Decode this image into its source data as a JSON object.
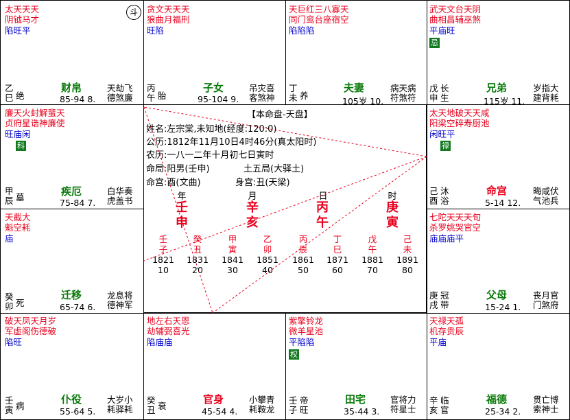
{
  "chart_title": "【本命盘-天盘】",
  "info": {
    "name": "姓名:左宗棠,未知地(经度:120:0)",
    "solar": "公历:1812年11月10日4时46分(真太阳时)",
    "lunar": "农历:一八一二年十月初七日寅时",
    "ju": "命局:阳男(壬申)",
    "ju2": "土五局(大驿土)",
    "minggong": "命宫:酉(文曲)",
    "shengong": "身宫:丑(天梁)"
  },
  "pillars": {
    "labels": [
      "年",
      "月",
      "日",
      "时"
    ],
    "stems": [
      "壬",
      "辛",
      "丙",
      "庚"
    ],
    "branches": [
      "申",
      "亥",
      "午",
      "寅"
    ]
  },
  "dayun": [
    {
      "stem": "壬",
      "branch": "子",
      "year": "1821",
      "age": "10"
    },
    {
      "stem": "癸",
      "branch": "丑",
      "year": "1831",
      "age": "20"
    },
    {
      "stem": "甲",
      "branch": "寅",
      "year": "1841",
      "age": "30"
    },
    {
      "stem": "乙",
      "branch": "卯",
      "year": "1851",
      "age": "40"
    },
    {
      "stem": "丙",
      "branch": "辰",
      "year": "1861",
      "age": "50"
    },
    {
      "stem": "丁",
      "branch": "巳",
      "year": "1871",
      "age": "60"
    },
    {
      "stem": "戊",
      "branch": "午",
      "year": "1881",
      "age": "70"
    },
    {
      "stem": "己",
      "branch": "未",
      "year": "1891",
      "age": "80"
    }
  ],
  "cells": {
    "si": {
      "r1": "太天天天",
      "r2": "阴钺马才",
      "r3": "陷旺平",
      "sihua": "",
      "badge": "斗",
      "stem": "乙",
      "branch": "巳",
      "stage": "绝",
      "palace": "财帛",
      "age": "85-94",
      "seq": "8.",
      "g1": "天劫飞",
      "g2": "德煞廉"
    },
    "wu": {
      "r1": "贪文天天天",
      "r2": "狼曲月福刑",
      "r3": "旺陷",
      "sihua": "",
      "stem": "丙",
      "branch": "午",
      "stage": "胎",
      "palace": "子女",
      "age": "95-104",
      "seq": "9.",
      "g1": "吊灾喜",
      "g2": "客煞神"
    },
    "wei": {
      "r1": "天巨红三八寡天",
      "r2": "同门鸾台座宿空",
      "r3": "陷陷陷",
      "sihua": "",
      "stem": "丁",
      "branch": "未",
      "stage": "养",
      "palace": "夫妻",
      "age": "105岁",
      "seq": "10.",
      "g1": "病天病",
      "g2": "符煞符"
    },
    "shen": {
      "r1": "武天文台天阴",
      "r2": "曲相昌辅巫煞",
      "r3": "平庙旺",
      "sihua": "忌",
      "stem": "戊",
      "branch": "申",
      "stage": "长生",
      "palace": "兄弟",
      "age": "115岁",
      "seq": "11.",
      "g1": "岁指大",
      "g2": "建背耗"
    },
    "you": {
      "r1": "太天地破天天咸",
      "r2": "阳梁空碎寿厨池",
      "r3": "闲旺平",
      "sihua": "禄",
      "stem": "己",
      "branch": "酉",
      "stage": "沐浴",
      "palace": "命宫",
      "age": "5-14",
      "seq": "12.",
      "g1": "晦咸伏",
      "g2": "气池兵"
    },
    "xu": {
      "r1": "七陀天天天旬",
      "r2": "杀罗姚哭官空",
      "r3": "庙庙庙平",
      "sihua": "",
      "stem": "庚",
      "branch": "戌",
      "stage": "冠带",
      "palace": "父母",
      "age": "15-24",
      "seq": "1.",
      "g1": "丧月官",
      "g2": "门煞府"
    },
    "hai": {
      "r1": "紫擎铃龙",
      "r2": "微羊星池",
      "r3": "平陷陷",
      "sihua": "权",
      "stem": "壬",
      "branch": "子",
      "stage": "帝旺",
      "palace": "田宅",
      "age": "35-44",
      "seq": "3.",
      "g1": "官将力",
      "g2": "符星士"
    },
    "zi2": {
      "r1": "天禄天孤",
      "r2": "机存贵辰",
      "r3": "平庙",
      "sihua": "",
      "stem": "辛",
      "branch": "亥",
      "stage": "临官",
      "palace": "福德",
      "age": "25-34",
      "seq": "2.",
      "g1": "贯亡博",
      "g2": "索神士"
    },
    "chou": {
      "r1": "地左右天恩",
      "r2": "劫辅弼喜光",
      "r3": "陷庙庙",
      "sihua": "",
      "stem": "癸",
      "branch": "丑",
      "stage": "衰",
      "palace": "官身",
      "age": "45-54",
      "seq": "4.",
      "g1": "小攀青",
      "g2": "耗鞍龙"
    },
    "yin": {
      "r1": "破天凤天月岁",
      "r2": "军虚阁伤德破",
      "r3": "陷旺",
      "sihua": "",
      "stem": "壬",
      "branch": "寅",
      "stage": "病",
      "palace": "仆役",
      "age": "55-64",
      "seq": "5.",
      "g1": "大岁小",
      "g2": "耗驿耗"
    },
    "mao": {
      "r1": "天截大",
      "r2": "魁空耗",
      "r3": "庙",
      "sihua": "",
      "stem": "癸",
      "branch": "卯",
      "stage": "死",
      "palace": "迁移",
      "age": "65-74",
      "seq": "6.",
      "g1": "龙息将",
      "g2": "德神军"
    },
    "chen": {
      "r1": "廉天火封解蜚天",
      "r2": "贞府星诰神廉使",
      "r3": "旺庙闲",
      "sihua": "科",
      "stem": "甲",
      "branch": "辰",
      "stage": "墓",
      "palace": "疾厄",
      "age": "75-84",
      "seq": "7.",
      "g1": "白华奏",
      "g2": "虎盖书"
    }
  },
  "colors": {
    "major": "#e8001c",
    "minor": "#8b00a0",
    "bright": "#0000cc",
    "sihua": "#117a1f",
    "palace": "#0a7a0a"
  }
}
